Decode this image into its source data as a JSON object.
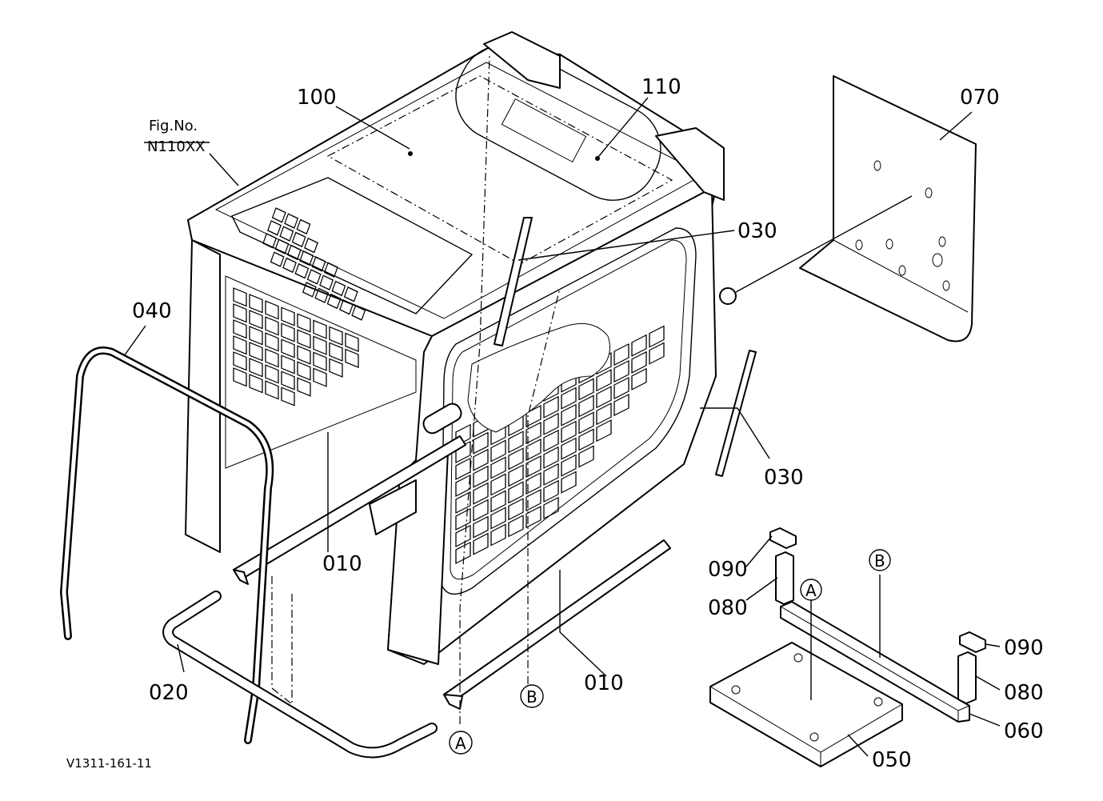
{
  "figure": {
    "fig_no_label": "Fig.No.",
    "fig_no_value": "N110XX",
    "footer_code": "V1311-161-11"
  },
  "callouts": {
    "c100": "100",
    "c110": "110",
    "c070": "070",
    "c030_top": "030",
    "c030_right": "030",
    "c040": "040",
    "c010_left": "010",
    "c010_bottom": "010",
    "c020": "020",
    "c090_top": "090",
    "c080_top": "080",
    "c090_right": "090",
    "c080_right": "080",
    "c060": "060",
    "c050": "050"
  },
  "markers": {
    "a_bottom": "A",
    "b_bottom": "B",
    "a_inset": "A",
    "b_inset": "B"
  }
}
